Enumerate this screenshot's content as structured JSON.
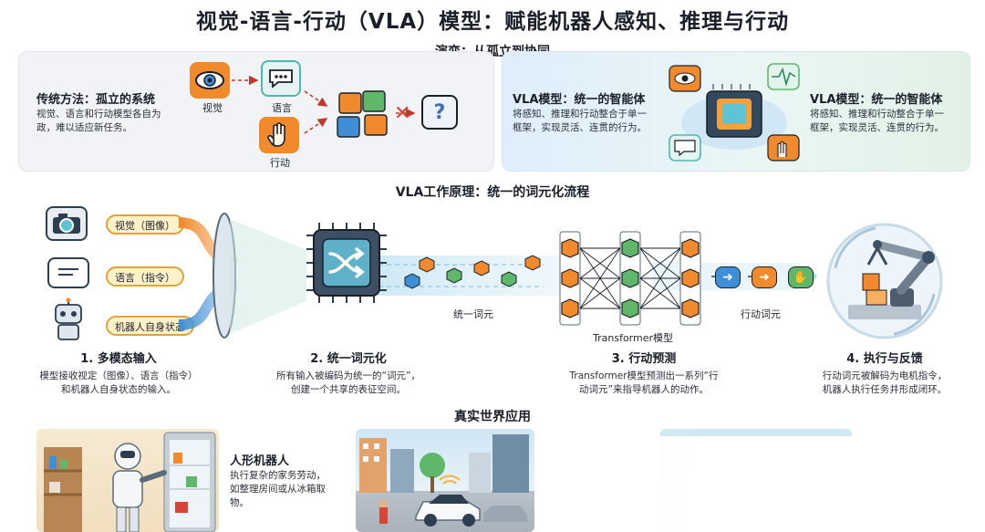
{
  "title": "视觉-语言-行动（VLA）模型：赋能机器人感知、推理与行动",
  "evolution": {
    "heading": "演变：从孤立到协同",
    "traditional": {
      "title": "传统方法：孤立的系统",
      "desc_line1": "视觉、语言和行动模型各自为",
      "desc_line2": "政，难以适应新任务。",
      "icons": {
        "vision": "视觉",
        "language": "语言",
        "action": "行动"
      }
    },
    "vla_left": {
      "title": "VLA模型：统一的智能体",
      "desc_line1": "将感知、推理和行动整合于单一",
      "desc_line2": "框架，实现灵活、连贯的行为。"
    },
    "vla_right": {
      "title": "VLA模型：统一的智能体",
      "desc_line1": "将感知、推理和行动整合于单一",
      "desc_line2": "框架，实现灵活、连贯的行为。"
    }
  },
  "pipeline": {
    "heading": "VLA工作原理：统一的词元化流程",
    "inputs": [
      "视觉（图像）",
      "语言（指令）",
      "机器人自身状态"
    ],
    "token_label": "统一词元",
    "transformer_label": "Transformer模型",
    "action_token_label": "行动词元",
    "steps": [
      {
        "title": "1. 多模态输入",
        "line1": "模型接收视定（图像）、语言（指令）",
        "line2": "和机器人自身状态的输入。"
      },
      {
        "title": "2. 统一词元化",
        "line1": "所有输入被编码为统一的“词元”，",
        "line2": "创建一个共享的表征空间。"
      },
      {
        "title": "3. 行动预测",
        "line1": "Transformer模型预测出一系列“行",
        "line2": "动词元”来指导机器人的动作。"
      },
      {
        "title": "4. 执行与反馈",
        "line1": "行动词元被解码为电机指令，",
        "line2": "机器人执行任务并形成闭环。"
      }
    ]
  },
  "applications": {
    "heading": "真实世界应用",
    "humanoid": {
      "title": "人形机器人",
      "line1": "执行复杂的家务劳动，",
      "line2": "如整理房间或从冰箱取",
      "line3": "物。"
    }
  },
  "colors": {
    "orange": "#f08a2c",
    "green": "#5fb86a",
    "blue": "#3f8fd8",
    "teal": "#4fb7b2",
    "pill_border": "#e0a33a",
    "pill_fill": "#fff2c9"
  },
  "icons": [
    "eye-icon",
    "speech-bubble-icon",
    "hand-icon",
    "question-icon",
    "chip-icon",
    "camera-icon",
    "robot-icon",
    "shuffle-icon",
    "robot-arm-icon",
    "arrow-icon"
  ]
}
